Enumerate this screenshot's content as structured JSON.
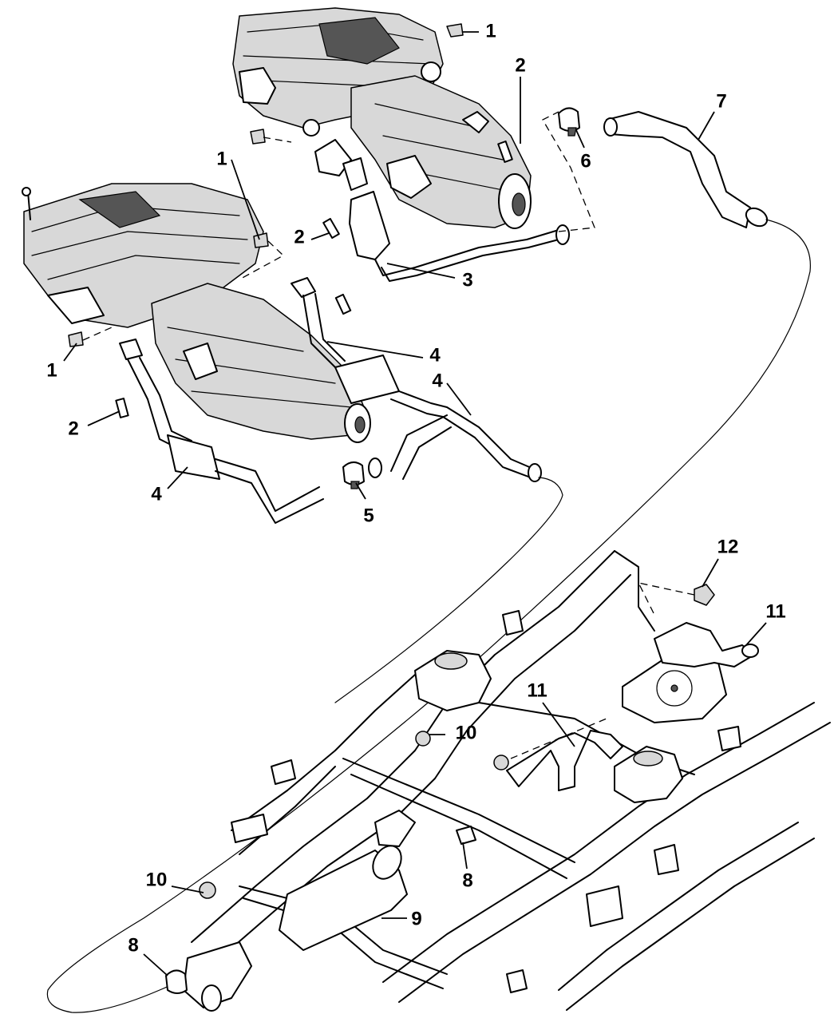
{
  "callouts": [
    {
      "id": "c1a",
      "label": "1"
    },
    {
      "id": "c1b",
      "label": "1"
    },
    {
      "id": "c1c",
      "label": "1"
    },
    {
      "id": "c2a",
      "label": "2"
    },
    {
      "id": "c2b",
      "label": "2"
    },
    {
      "id": "c2c",
      "label": "2"
    },
    {
      "id": "c3",
      "label": "3"
    },
    {
      "id": "c4a",
      "label": "4"
    },
    {
      "id": "c4b",
      "label": "4"
    },
    {
      "id": "c4c",
      "label": "4"
    },
    {
      "id": "c5",
      "label": "5"
    },
    {
      "id": "c6",
      "label": "6"
    },
    {
      "id": "c7",
      "label": "7"
    },
    {
      "id": "c8a",
      "label": "8"
    },
    {
      "id": "c8b",
      "label": "8"
    },
    {
      "id": "c9",
      "label": "9"
    },
    {
      "id": "c10a",
      "label": "10"
    },
    {
      "id": "c10b",
      "label": "10"
    },
    {
      "id": "c11a",
      "label": "11"
    },
    {
      "id": "c11b",
      "label": "11"
    },
    {
      "id": "c12",
      "label": "12"
    }
  ],
  "icons": {
    "engine_upper": "engine-v8-upper",
    "engine_lower": "engine-v8-lower",
    "frame": "vehicle-frame-chassis"
  }
}
